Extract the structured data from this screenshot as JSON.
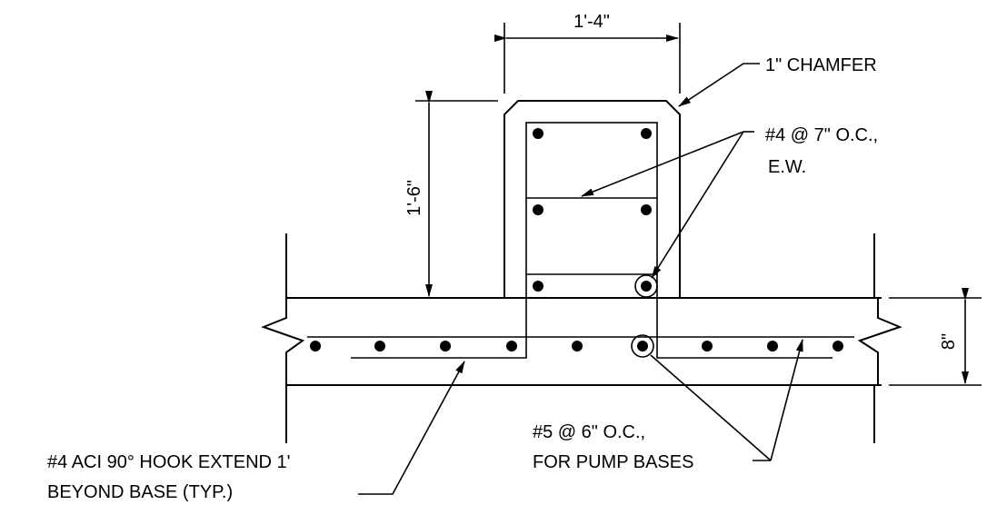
{
  "labels": {
    "pedestal_width": "1'-4\"",
    "pedestal_height": "1'-6\"",
    "slab_thickness": "8\"",
    "chamfer": "1\" CHAMFER",
    "ties_line1": "#4 @ 7\" O.C.,",
    "ties_line2": "E.W.",
    "hook_line1": "#4 ACI 90° HOOK EXTEND 1'",
    "hook_line2": "BEYOND BASE (TYP.)",
    "slab_bars_line1": "#5 @ 6\" O.C.,",
    "slab_bars_line2": "FOR PUMP BASES"
  }
}
